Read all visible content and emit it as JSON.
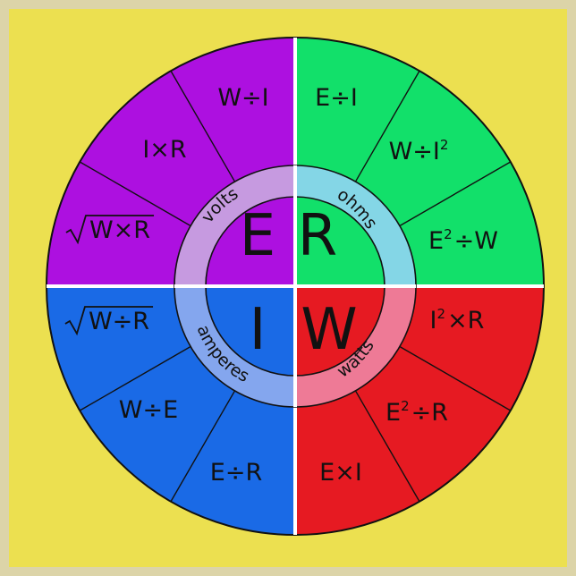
{
  "colors": {
    "background": "#ece050",
    "border": "#dcd4a8",
    "volts": "#ad10e0",
    "ohms": "#12e06a",
    "amperes": "#1a6ae6",
    "watts": "#e61a22",
    "ring_volts": "#c69ae0",
    "ring_ohms": "#84d6e6",
    "ring_amperes": "#84a6ee",
    "ring_watts": "#ee7a96"
  },
  "quadrants": [
    {
      "key": "volts",
      "letter": "E",
      "label": "volts",
      "formulas": [
        {
          "base": "W÷I"
        },
        {
          "base": "I×R"
        },
        {
          "base": "W×R",
          "radical": true
        }
      ]
    },
    {
      "key": "ohms",
      "letter": "R",
      "label": "ohms",
      "formulas": [
        {
          "base": "E÷I"
        },
        {
          "base": "W÷I",
          "sup": "2"
        },
        {
          "base": "E",
          "sup": "2",
          "tail": "÷W"
        }
      ]
    },
    {
      "key": "watts",
      "letter": "W",
      "label": "watts",
      "formulas": [
        {
          "base": "I",
          "sup": "2",
          "tail": "×R"
        },
        {
          "base": "E",
          "sup": "2",
          "tail": "÷R"
        },
        {
          "base": "E×I"
        }
      ]
    },
    {
      "key": "amperes",
      "letter": "I",
      "label": "amperes",
      "formulas": [
        {
          "base": "E÷R"
        },
        {
          "base": "W÷E"
        },
        {
          "base": "W÷R",
          "radical": true
        }
      ]
    }
  ]
}
